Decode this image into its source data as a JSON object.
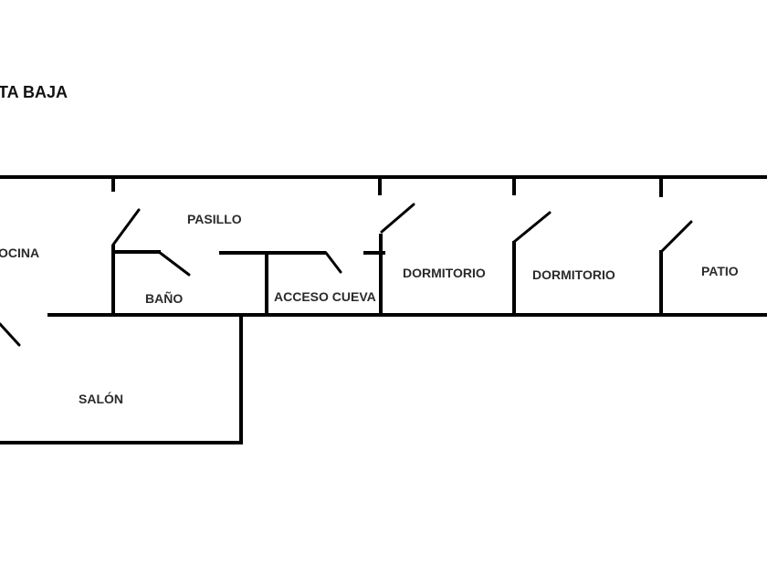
{
  "title": "TA BAJA",
  "rooms": {
    "cocina": "OCINA",
    "pasillo": "PASILLO",
    "bano": "BAÑO",
    "acceso_cueva": "ACCESO CUEVA",
    "dormitorio_1": "DORMITORIO",
    "dormitorio_2": "DORMITORIO",
    "patio": "PATIO",
    "salon": "SALÓN"
  },
  "colors": {
    "wall": "#000000",
    "label": "#2b2b2b"
  }
}
